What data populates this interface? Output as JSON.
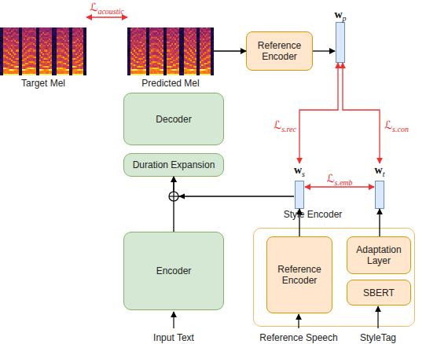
{
  "diagram": {
    "nodes": [
      {
        "text": [
          "Target Mel"
        ]
      },
      {
        "text": [
          "Predicted Mel"
        ]
      },
      {
        "text": [
          "Reference Encoder"
        ]
      },
      {
        "text": [
          "wp"
        ]
      },
      {
        "text": [
          "Decoder"
        ]
      },
      {
        "text": [
          "Duration Expansion"
        ]
      },
      {
        "text": [
          "ws"
        ]
      },
      {
        "text": [
          "wt"
        ]
      },
      {
        "text": [
          "Style Encoder"
        ]
      },
      {
        "text": [
          "Reference Encoder"
        ],
        "in": 8
      },
      {
        "text": [
          "Adaptation Layer"
        ],
        "in": 8
      },
      {
        "text": [
          "SBERT"
        ],
        "in": 8
      },
      {
        "text": [
          "Encoder"
        ]
      }
    ],
    "edges": [
      {
        "from": 0,
        "to": 1,
        "arrow": "both",
        "label": "ℒacoustic"
      },
      {
        "from": 1,
        "to": 2,
        "arrow": "to"
      },
      {
        "from": 2,
        "to": 3,
        "arrow": "to"
      },
      {
        "from": 3,
        "to": 6,
        "arrow": "both",
        "label": "ℒs.rec"
      },
      {
        "from": 3,
        "to": 7,
        "arrow": "both",
        "label": "ℒs.con"
      },
      {
        "from": 6,
        "to": 7,
        "arrow": "both",
        "label": "ℒs.emb"
      },
      {
        "from": 12,
        "to": 5,
        "arrow": "to"
      },
      {
        "from": 6,
        "to": 5,
        "arrow": "to"
      },
      {
        "from": 9,
        "to": 6,
        "arrow": "to"
      },
      {
        "from": 10,
        "to": 7,
        "arrow": "to"
      }
    ],
    "labels": [
      "Input Text",
      "Reference Speech",
      "StyleTag"
    ]
  }
}
